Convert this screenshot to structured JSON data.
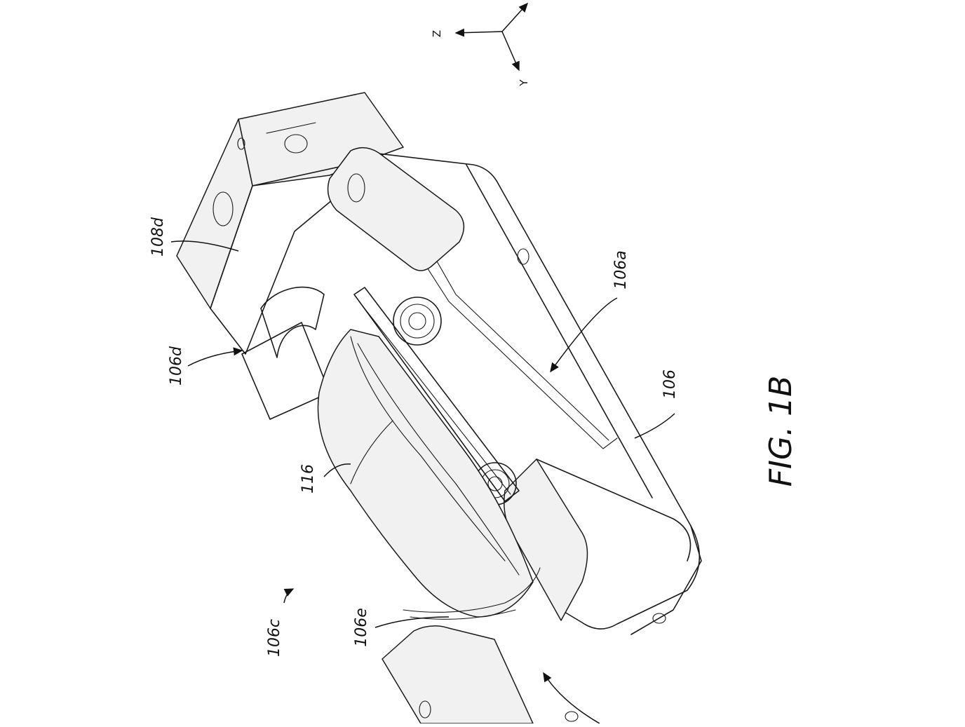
{
  "figure": {
    "caption": "FIG. 1B",
    "labels": {
      "l_108d": "108d",
      "l_106d": "106d",
      "l_116": "116",
      "l_106c": "106c",
      "l_106e": "106e",
      "l_106a": "106a",
      "l_106": "106"
    },
    "axes": {
      "z": "Z",
      "y": "Y"
    }
  }
}
